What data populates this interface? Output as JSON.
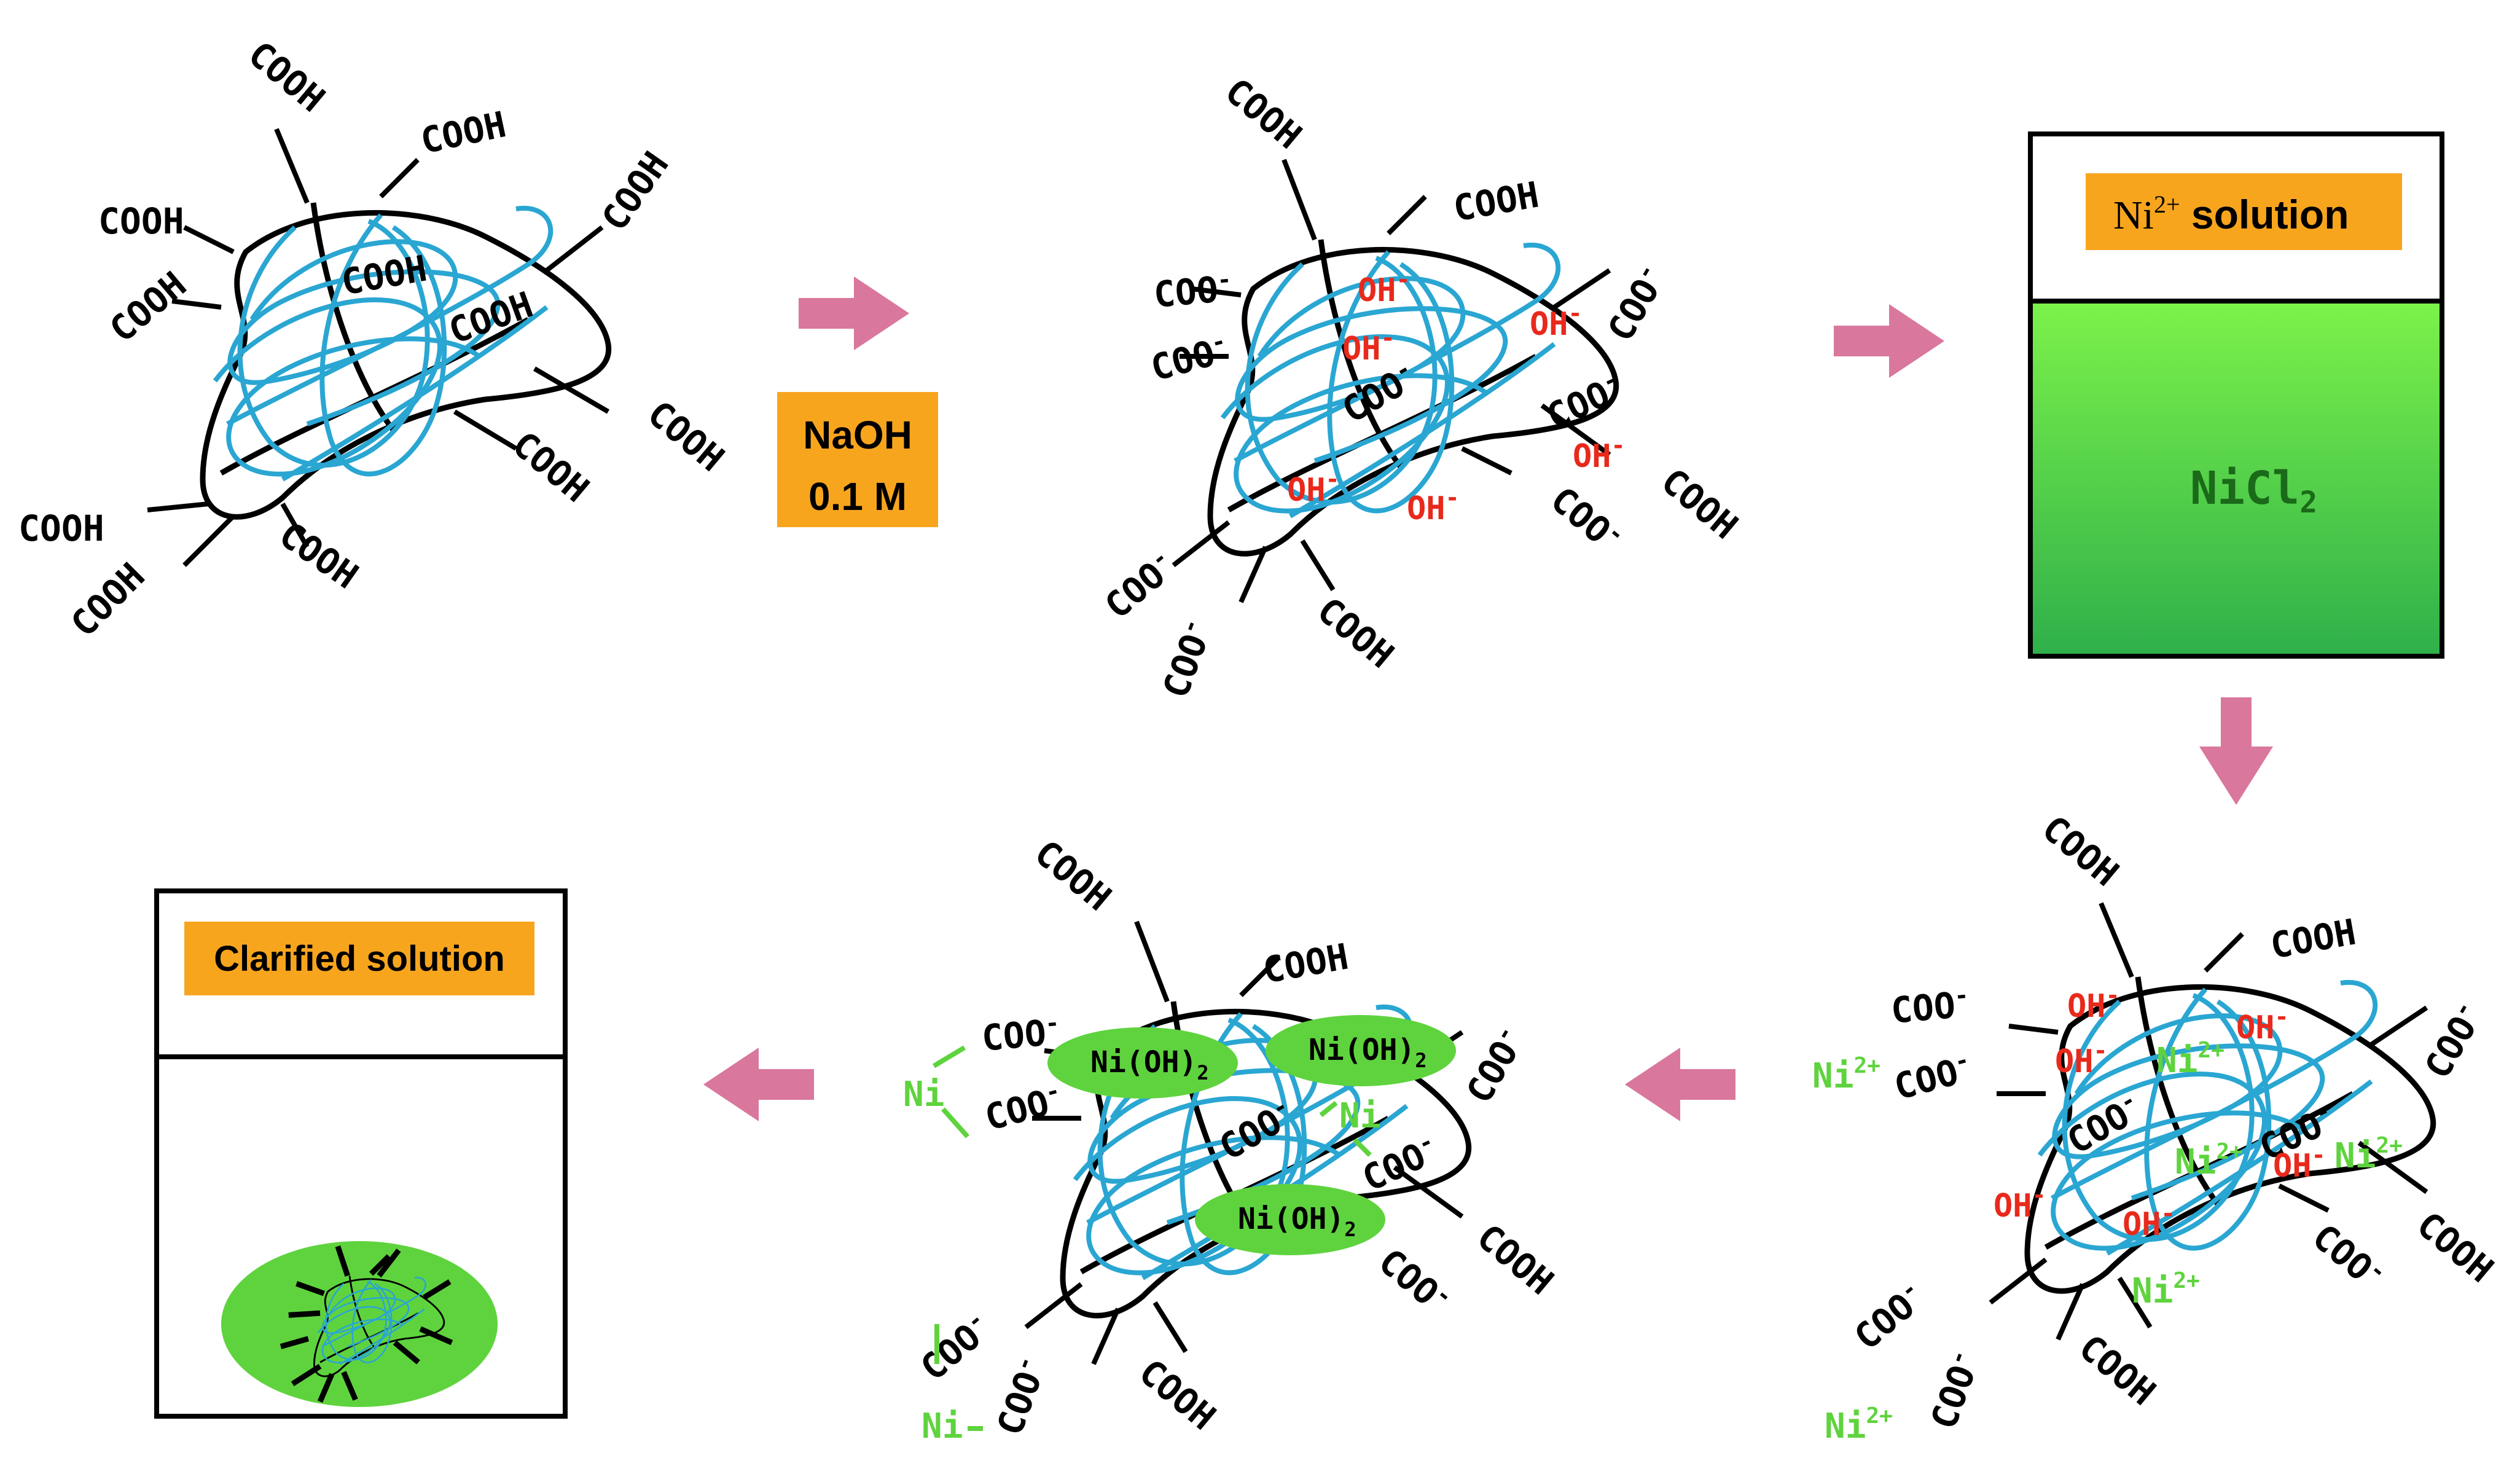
{
  "colors": {
    "outline": "#000000",
    "fiber": "#2aa6d2",
    "label_box": "#f8a51e",
    "arrow": "#d9779d",
    "hydroxide": "#e8291c",
    "nickel": "#5fd33e",
    "green_blob": "#5fd33e",
    "solution_top": "#7cf24a",
    "solution_bottom": "#2fb04a"
  },
  "reagent": {
    "line1": "NaOH",
    "line2": "0.1 M"
  },
  "beaker1": {
    "label_main": "Ni",
    "label_sup": "2+",
    "label_rest": " solution",
    "content_main": "NiCl",
    "content_sub": "2"
  },
  "beaker2": {
    "label": "Clarified solution"
  },
  "groups": {
    "cooh": "COOH",
    "coo": "COO",
    "minus": "-"
  },
  "species": {
    "oh": "OH",
    "ni": "Ni",
    "ni_charge": "2+",
    "nioh2": "Ni(OH)",
    "nioh2_sub": "2"
  },
  "arrows": [
    {
      "direction": "right"
    },
    {
      "direction": "right"
    },
    {
      "direction": "down"
    },
    {
      "direction": "left"
    },
    {
      "direction": "left"
    }
  ]
}
